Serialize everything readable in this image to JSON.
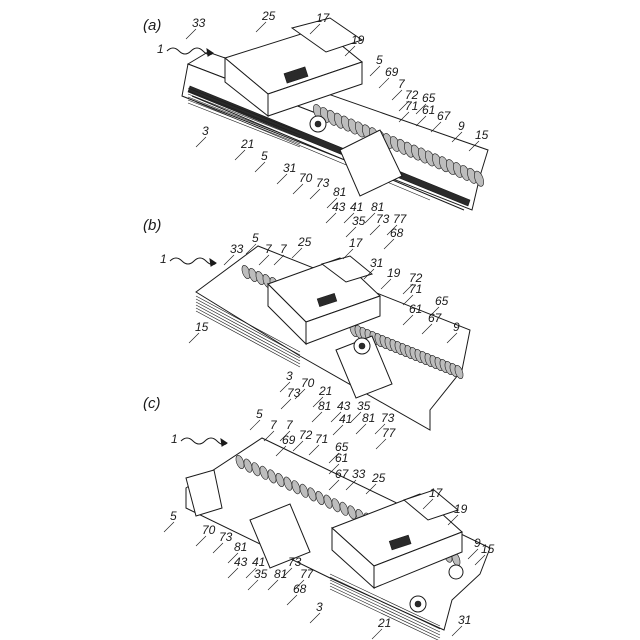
{
  "figure": {
    "panels": [
      {
        "label": "(a)",
        "labels": [
          "1",
          "33",
          "25",
          "17",
          "19",
          "5",
          "69",
          "7",
          "72",
          "71",
          "65",
          "61",
          "67",
          "9",
          "15",
          "3",
          "21",
          "5",
          "31",
          "70",
          "73",
          "81",
          "43",
          "41",
          "35",
          "81",
          "73",
          "77",
          "68"
        ]
      },
      {
        "label": "(b)",
        "labels": [
          "1",
          "5",
          "7",
          "7",
          "25",
          "33",
          "17",
          "31",
          "19",
          "72",
          "71",
          "61",
          "65",
          "67",
          "9",
          "15",
          "3",
          "70",
          "73",
          "21",
          "81",
          "43",
          "41",
          "35",
          "81",
          "73",
          "77",
          "68"
        ]
      },
      {
        "label": "(c)",
        "labels": [
          "1",
          "5",
          "7",
          "7",
          "69",
          "72",
          "71",
          "65",
          "61",
          "67",
          "33",
          "25",
          "17",
          "19",
          "5",
          "70",
          "73",
          "81",
          "43",
          "41",
          "35",
          "81",
          "73",
          "77",
          "68",
          "9",
          "15",
          "3",
          "21",
          "31"
        ]
      }
    ]
  }
}
